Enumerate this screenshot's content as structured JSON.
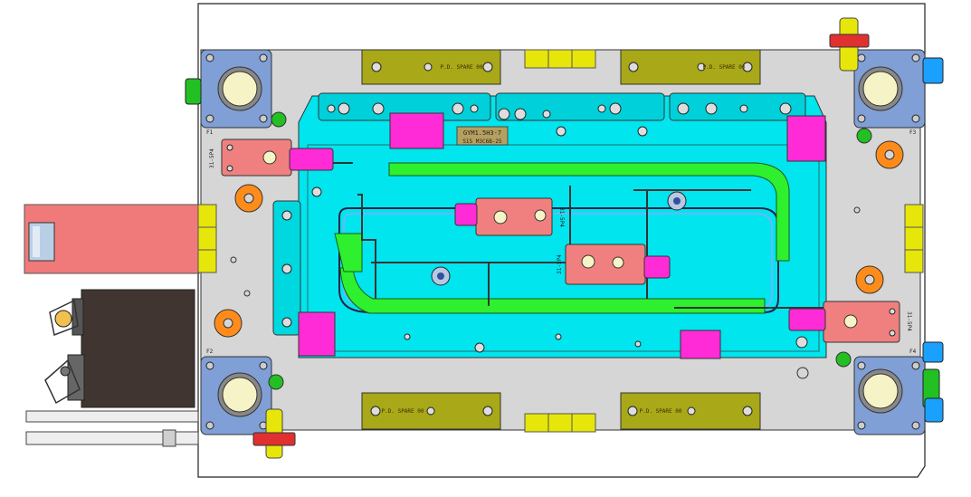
{
  "drawing": {
    "view": "mold-fixture-top-view",
    "palette": {
      "frame": "#d6d6d6",
      "cavity": "#00e5ee",
      "guide_rail": "#2ef02e",
      "clamp_body": "#f08080",
      "cylinder": "#ff2bd6",
      "bolt_pad": "#a8a818",
      "corner_plate": "#7f9fd6",
      "bushing_orange": "#ff8c1a",
      "pin_green": "#22c022",
      "connector_blue": "#1a8cff"
    },
    "plate_top_label": [
      "GYM1.5H3-7",
      "S15 M3C6B-25"
    ],
    "pad_labels": {
      "top_left": "P.D. SPARE 00",
      "top_right": "P.D. SPARE 00",
      "bottom_left": "P.D. SPARE 00",
      "bottom_right": "P.D. SPARE 00"
    },
    "clamp_labels": [
      "31-5P4",
      "31-5P4",
      "31-5P4",
      "31-5P4"
    ],
    "corner_labels": [
      "F1",
      "F2",
      "F3",
      "F4"
    ]
  }
}
